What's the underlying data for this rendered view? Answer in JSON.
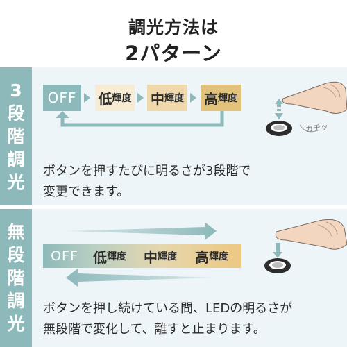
{
  "title": {
    "line1": "調光方法は",
    "line2": "2パターン"
  },
  "section1": {
    "side_label": [
      "3",
      "段",
      "階",
      "調",
      "光"
    ],
    "steps": {
      "off": "OFF",
      "low_big": "低",
      "low_small": "輝度",
      "mid_big": "中",
      "mid_small": "輝度",
      "high_big": "高",
      "high_small": "輝度"
    },
    "click_sound": "カチッ",
    "desc_line1": "ボタンを押すたびに明るさが3段階で",
    "desc_line2": "変更できます。"
  },
  "section2": {
    "side_label": [
      "無",
      "段",
      "階",
      "調",
      "光"
    ],
    "steps": {
      "off": "OFF",
      "low_big": "低",
      "low_small": "輝度",
      "mid_big": "中",
      "mid_small": "輝度",
      "high_big": "高",
      "high_small": "輝度"
    },
    "desc_line1": "ボタンを押し続けている間、LEDの明るさが",
    "desc_line2": "無段階で変化して、離すと止まります。"
  },
  "colors": {
    "accent": "#8db9ba",
    "panel": "#eef5f8",
    "low": "#f7ecd3",
    "mid": "#efd9ab",
    "high": "#e3c27b"
  }
}
